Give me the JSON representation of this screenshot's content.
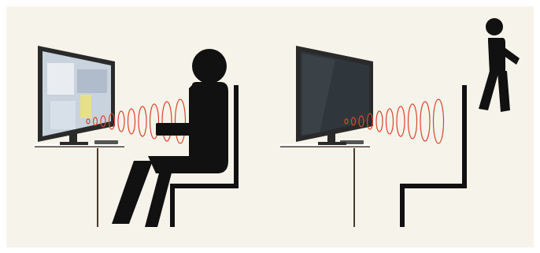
{
  "illustration": {
    "scenes": [
      {
        "id": "scene-present",
        "monitor_state": "on",
        "person_state": "seated",
        "sensor_waves": 9
      },
      {
        "id": "scene-absent",
        "monitor_state": "off",
        "person_state": "walking-away",
        "sensor_waves": 9
      }
    ],
    "colors": {
      "background": "#f6f4ea",
      "silhouette": "#111111",
      "wave": "#d9452b",
      "monitor_frame": "#2a2a2a",
      "screen_on": "#b9c7d6",
      "screen_off": "#2b3034",
      "desk_top": "#ffffff",
      "desk_leg": "#4a3a2a"
    }
  }
}
